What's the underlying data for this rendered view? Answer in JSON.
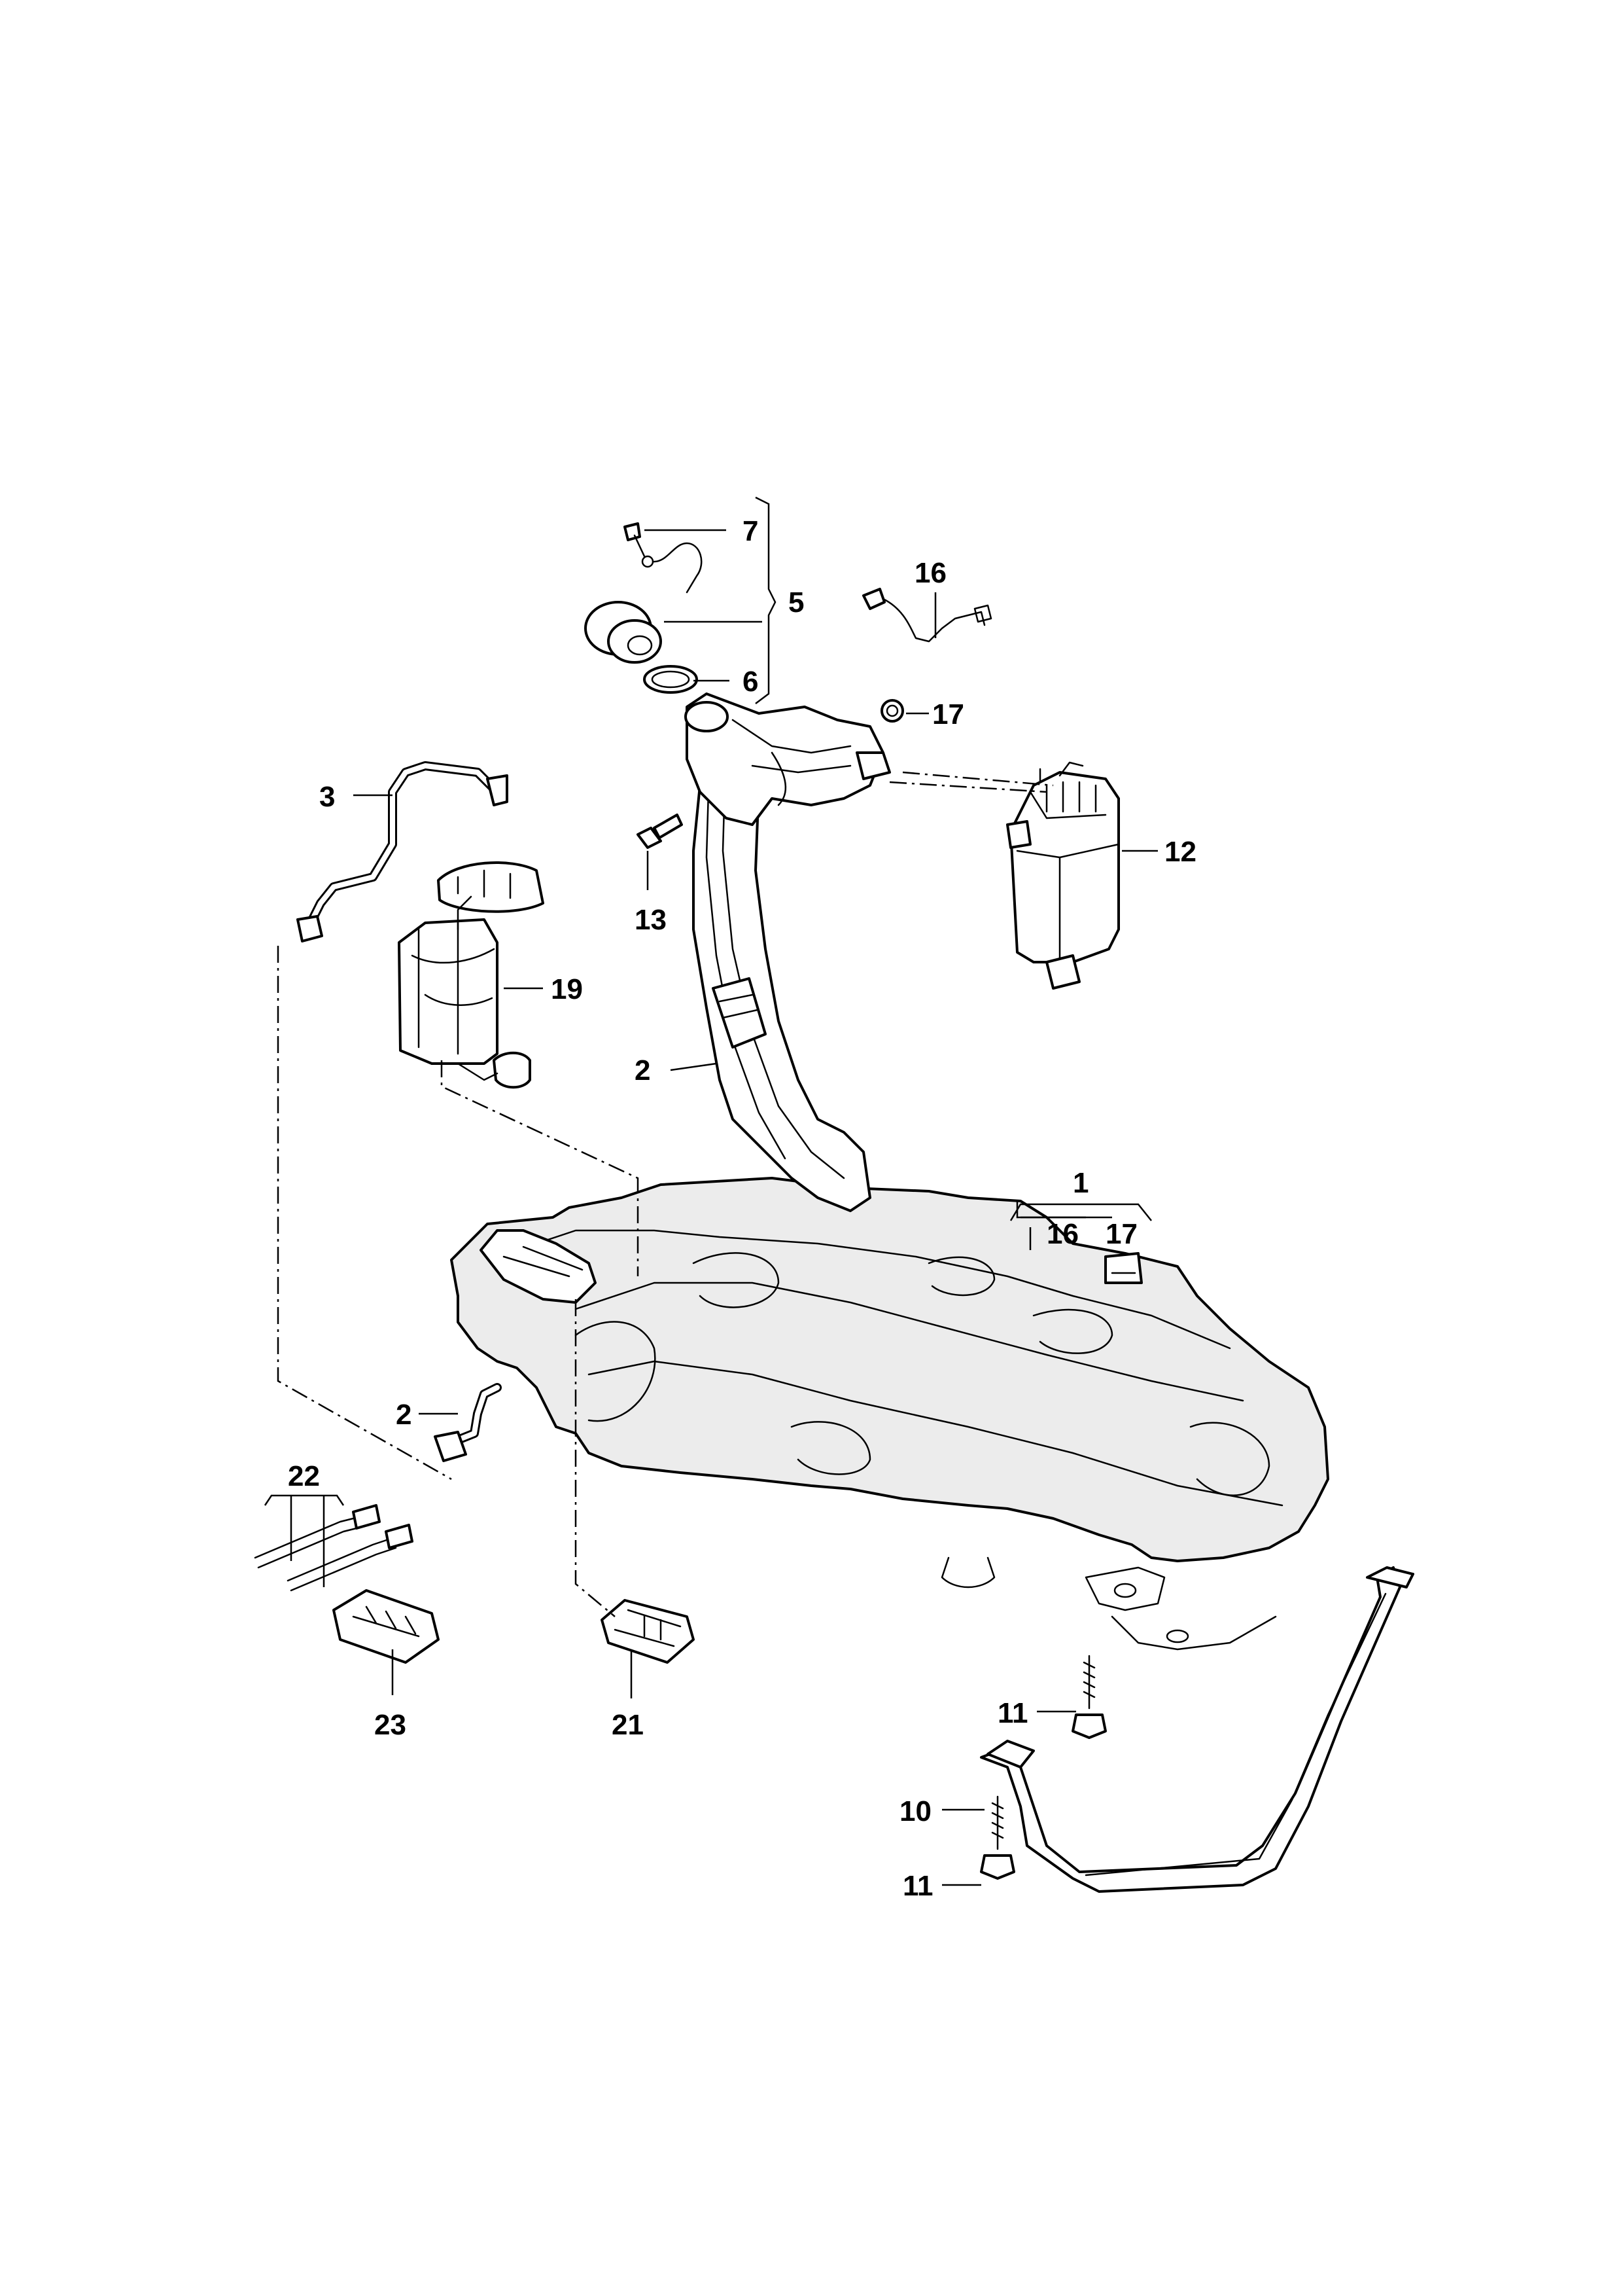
{
  "labels": {
    "p1": "1",
    "p1_sub_a": "16",
    "p1_sub_b": "17",
    "p2_top": "2",
    "p2_bottom": "2",
    "p3": "3",
    "p5": "5",
    "p6": "6",
    "p7": "7",
    "p10": "10",
    "p11_tank": "11",
    "p11_strap": "11",
    "p12": "12",
    "p13": "13",
    "p16": "16",
    "p17": "17",
    "p19": "19",
    "p21": "21",
    "p22": "22",
    "p23": "23"
  }
}
